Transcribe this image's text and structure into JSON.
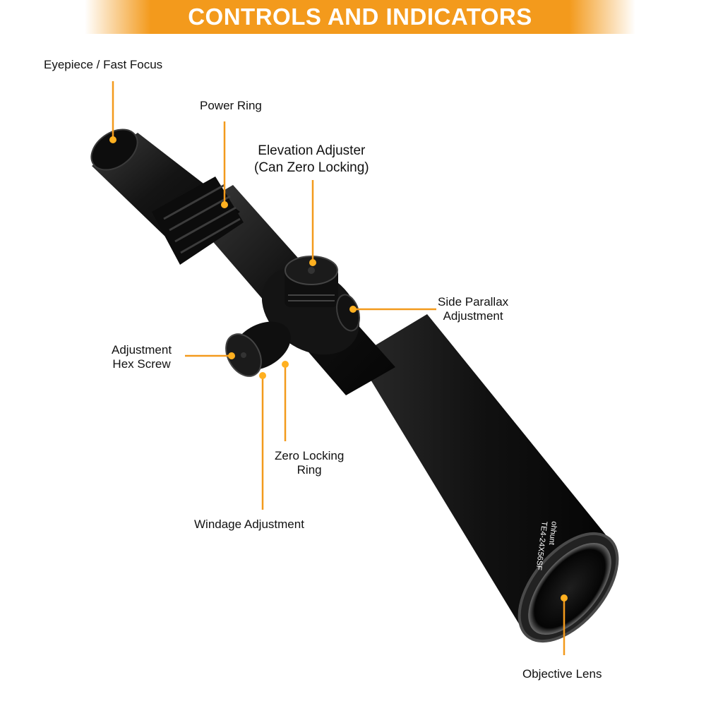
{
  "header": {
    "title": "CONTROLS AND INDICATORS"
  },
  "labels": {
    "eyepiece": "Eyepiece /  Fast Focus",
    "power_ring": "Power Ring",
    "elevation_line1": "Elevation Adjuster",
    "elevation_line2": "(Can Zero Locking)",
    "parallax_line1": "Side Parallax",
    "parallax_line2": "Adjustment",
    "hex_line1": "Adjustment",
    "hex_line2": "Hex Screw",
    "zero_line1": "Zero Locking",
    "zero_line2": "Ring",
    "windage": "Windage  Adjustment",
    "objective": "Objective Lens"
  },
  "engraving": {
    "model": "TE4-24X56SF",
    "brand": "ohhunt"
  },
  "colors": {
    "accent": "#f39a1c",
    "scope_body": "#161616",
    "background": "#ffffff"
  }
}
